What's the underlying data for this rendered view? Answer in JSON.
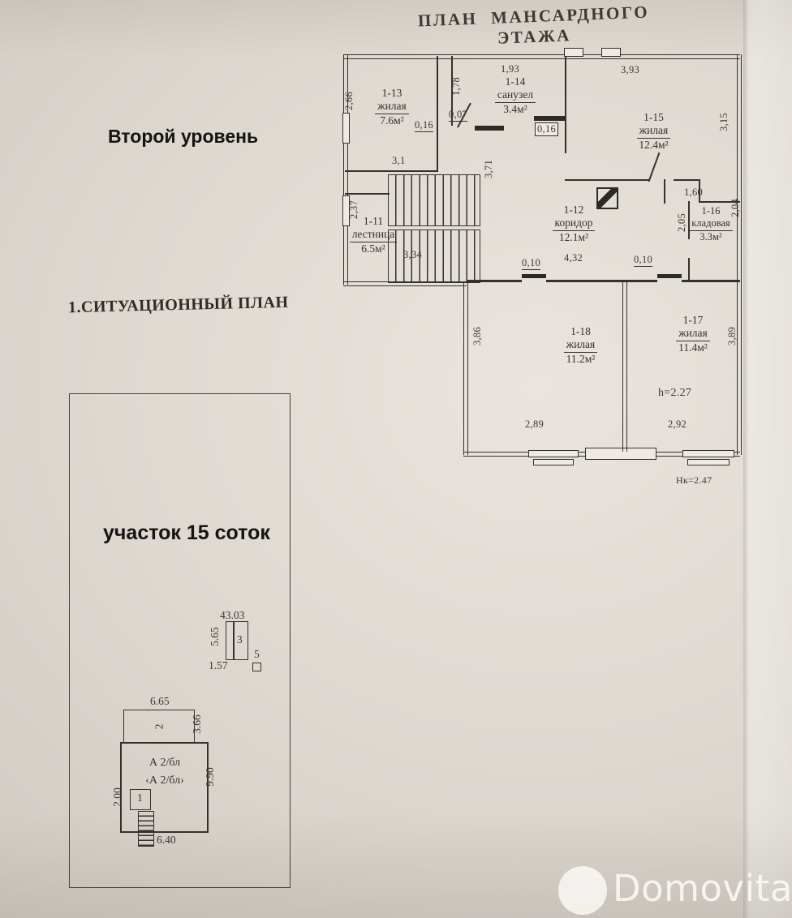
{
  "page": {
    "title": "ПЛАН МАНСАРДНОГО ЭТАЖА",
    "level_label": "Второй уровень",
    "sit_plan_title": "1.СИТУАЦИОННЫЙ ПЛАН",
    "plot_label": "участок 15 соток",
    "watermark": "Domovita"
  },
  "floor_plan": {
    "rooms": [
      {
        "id": "1-13",
        "name": "жилая",
        "area": "7.6м²"
      },
      {
        "id": "1-14",
        "name": "санузел",
        "area": "3.4м²"
      },
      {
        "id": "1-15",
        "name": "жилая",
        "area": "12.4м²"
      },
      {
        "id": "1-11",
        "name": "лестница",
        "area": "6.5м²"
      },
      {
        "id": "1-12",
        "name": "коридор",
        "area": "12.1м²"
      },
      {
        "id": "1-16",
        "name": "кладовая",
        "area": "3.3м²"
      },
      {
        "id": "1-18",
        "name": "жилая",
        "area": "11.2м²"
      },
      {
        "id": "1-17",
        "name": "жилая",
        "area": "11.4м²"
      }
    ],
    "dims": {
      "v266": "2,66",
      "v31": "3,1",
      "v016a": "0,16",
      "v193": "1,93",
      "v178": "1,78",
      "v007": "0,07",
      "v016b": "0,16",
      "v393": "3,93",
      "v315": "3,15",
      "v237": "2,37",
      "v334": "3,34",
      "v371": "3,71",
      "v010a": "0,10",
      "v432": "4,32",
      "v010b": "0,10",
      "v205": "2,05",
      "v160": "1,60",
      "v204": "2,04",
      "v386": "3,86",
      "v289": "2,89",
      "v292": "2,92",
      "v389": "3,89"
    },
    "ceiling_height": "h=2.27",
    "building_height": "Hк=2.47"
  },
  "site_plan": {
    "shed": {
      "top_dim": "43.03",
      "left_dim": "5.65",
      "bottom_dim": "1.57",
      "label": "3",
      "aux_label": "5"
    },
    "house": {
      "top_dim": "6.65",
      "annex_label": "2",
      "annex_right_dim": "3.66",
      "label_line1": "А 2/бл",
      "label_line2": "‹А 2/бл›",
      "right_dim": "9.90",
      "porch_label": "1",
      "porch_left_dim": "2.00",
      "bottom_dim": "6.40"
    }
  }
}
